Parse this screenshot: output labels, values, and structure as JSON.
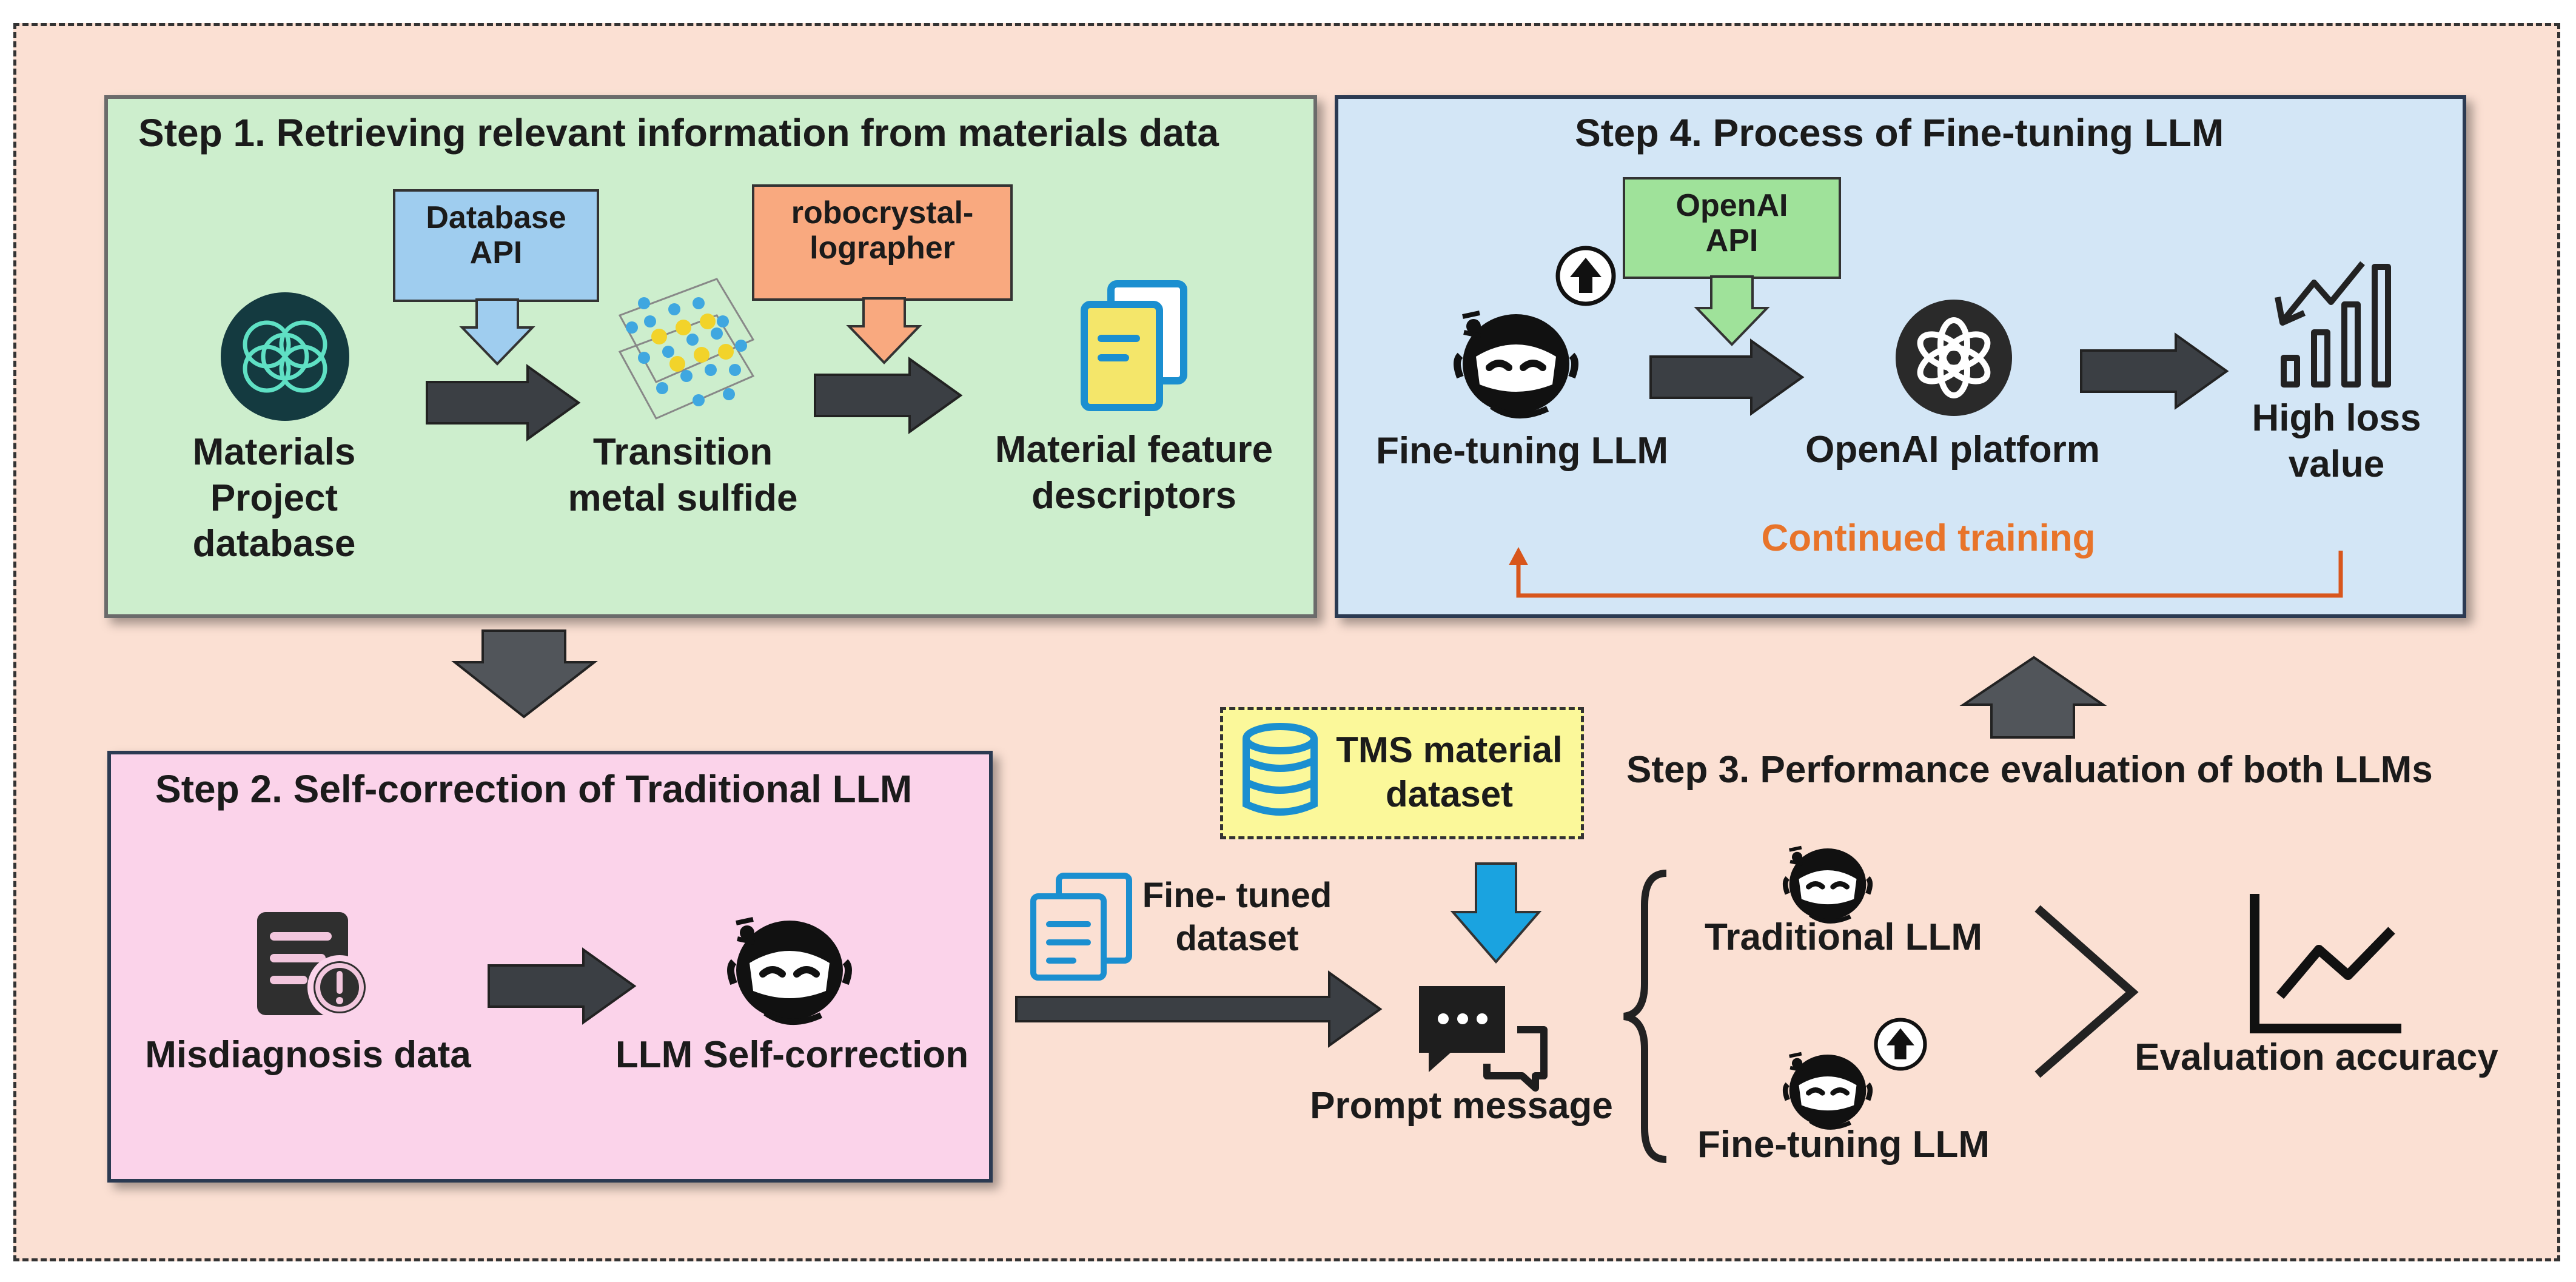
{
  "step1": {
    "title": "Step 1. Retrieving relevant information from materials data",
    "database_api": "Database\nAPI",
    "robocrystallographer": "robocrystal-\nlographer",
    "materials_project": "Materials Project\ndatabase",
    "transition_metal": "Transition\nmetal sulfide",
    "feature_descriptors": "Material feature\ndescriptors"
  },
  "step4": {
    "title": "Step 4. Process of Fine-tuning LLM",
    "openai_api": "OpenAI\nAPI",
    "finetuning_llm": "Fine-tuning LLM",
    "openai_platform": "OpenAI platform",
    "high_loss": "High loss\nvalue",
    "continued_training": "Continued training"
  },
  "step2": {
    "title": "Step 2. Self-correction of Traditional LLM",
    "misdiagnosis": "Misdiagnosis data",
    "self_correction": "LLM Self-correction"
  },
  "step3": {
    "title": "Step 3. Performance evaluation of both LLMs",
    "tms_dataset": "TMS material\ndataset",
    "finetuned_dataset": "Fine- tuned\ndataset",
    "prompt_message": "Prompt message",
    "traditional_llm": "Traditional LLM",
    "finetuning_llm": "Fine-tuning LLM",
    "evaluation_accuracy": "Evaluation accuracy"
  },
  "colors": {
    "step1_bg": "#cdeecd",
    "step2_bg": "#fbd3ea",
    "step4_bg": "#d3e6f6",
    "page_bg": "#fbe0d3",
    "continued_training": "#e8742a",
    "arrow_dark": "#3b3f44",
    "icon_blue": "#1b8fd0"
  }
}
